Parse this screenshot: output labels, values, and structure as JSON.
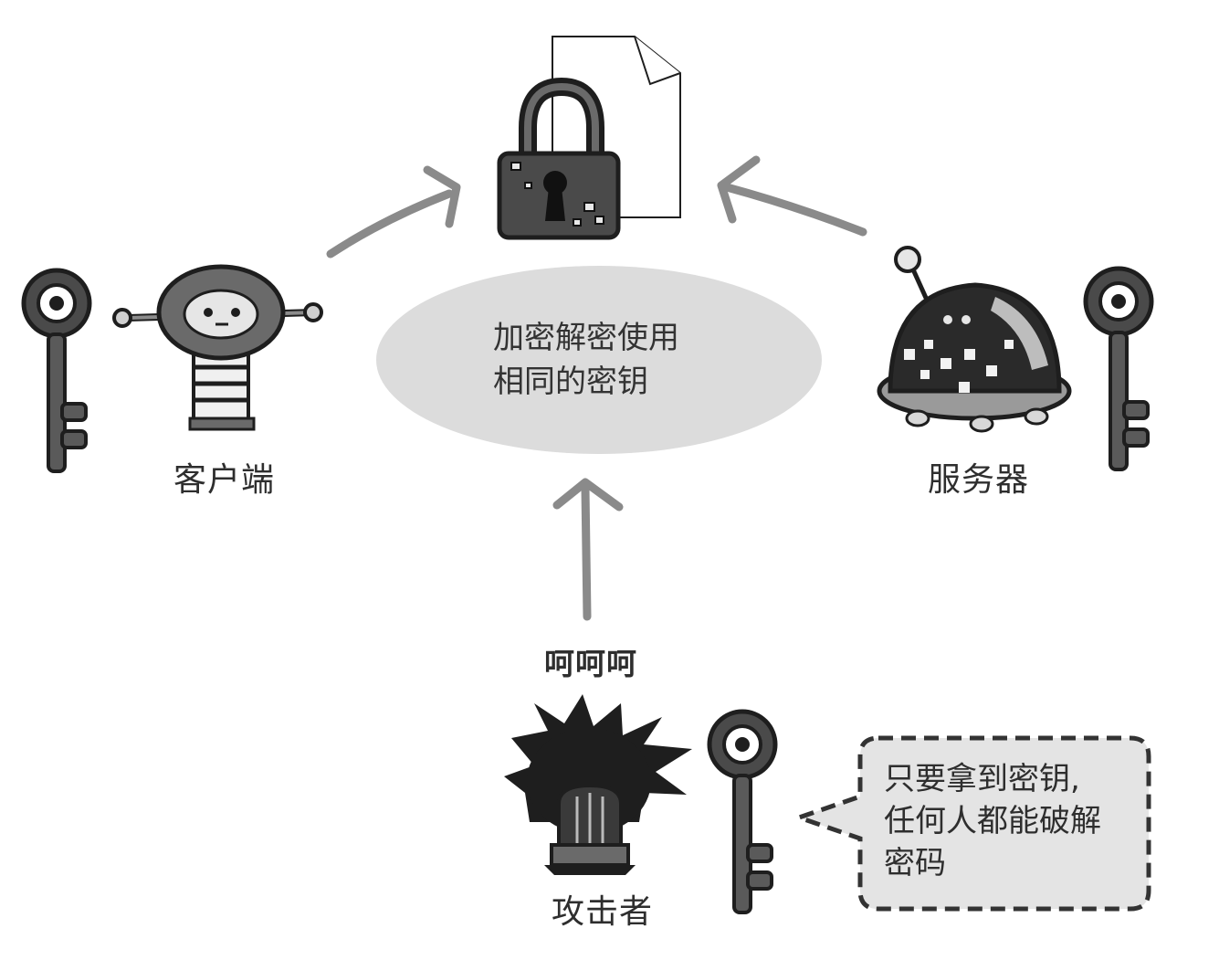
{
  "center_ellipse": {
    "line1": "加密解密使用",
    "line2": "相同的密钥"
  },
  "client": {
    "label": "客户端"
  },
  "server": {
    "label": "服务器"
  },
  "attacker": {
    "label": "攻击者",
    "laugh": "呵呵呵"
  },
  "speech_bubble": {
    "line1": "只要拿到密钥,",
    "line2": "任何人都能破解",
    "line3": "密码"
  },
  "colors": {
    "ellipse_fill": "#dcdcdc",
    "arrow": "#8a8a8a",
    "bubble_fill": "#e4e4e4",
    "ink": "#1e1e1e"
  },
  "icons": [
    "document-icon",
    "padlock-icon",
    "key-icon",
    "client-robot-icon",
    "server-robot-icon",
    "attacker-icon"
  ]
}
